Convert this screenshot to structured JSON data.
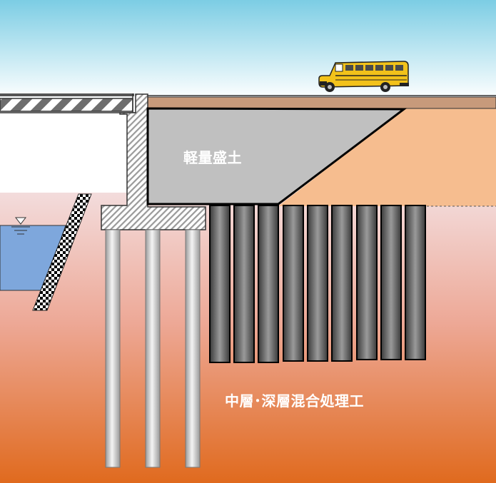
{
  "labels": {
    "embankment": "軽量盛土",
    "soil_treatment": "中層･深層混合処理工"
  },
  "colors": {
    "sky_top": "#7ccde4",
    "sky_bottom": "#ffffff",
    "ground_top": "#f3dcdc",
    "ground_bottom": "#e06a1e",
    "fill_soil": "#f6bd8f",
    "road": "#c79a7b",
    "embankment": "#c0c0c0",
    "water": "#7ea7dc",
    "bus": "#f2c21a",
    "text": "#ffffff"
  },
  "columns": {
    "count": 9
  },
  "piles": {
    "count": 3
  },
  "icons": [
    "school-bus-icon",
    "water-level-icon"
  ]
}
